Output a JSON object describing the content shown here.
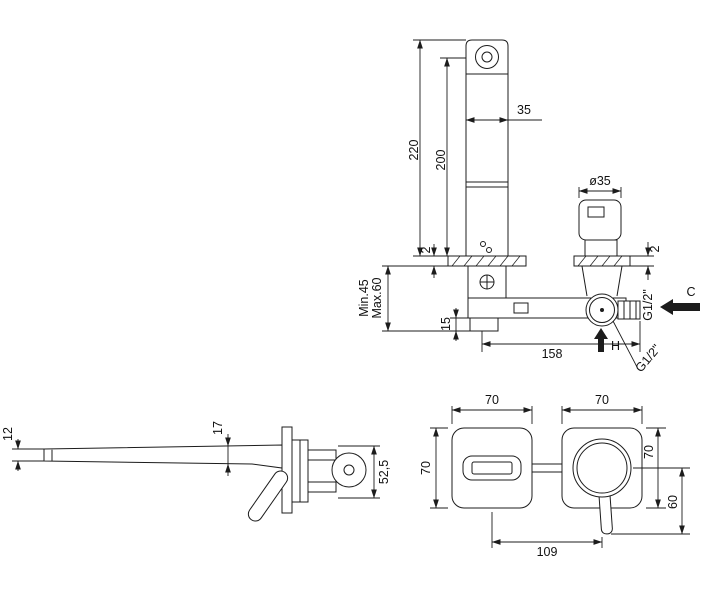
{
  "views": {
    "top": {
      "reach_total": "220",
      "reach_spout": "200",
      "spout_width": "35",
      "plate_thk_left": "2",
      "depth_min": "Min.45",
      "depth_max": "Max.60",
      "bracket_h": "15",
      "spacing": "158",
      "handle_dia": "ø35",
      "plate_thk_right": "2",
      "thread_side": "G1/2\"",
      "cold": "C",
      "hot": "H",
      "thread_bottom": "G1/2\""
    },
    "side": {
      "tip_h": "12",
      "base_h": "17",
      "body_h": "52,5"
    },
    "front": {
      "left_w": "70",
      "right_w": "70",
      "left_h": "70",
      "right_h": "70",
      "lever_drop": "60",
      "spacing": "109"
    }
  }
}
